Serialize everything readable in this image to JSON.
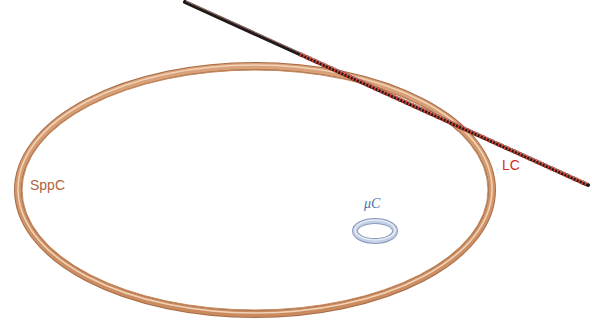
{
  "diagram": {
    "labels": [
      "SppC",
      "μC",
      "LC"
    ]
  }
}
